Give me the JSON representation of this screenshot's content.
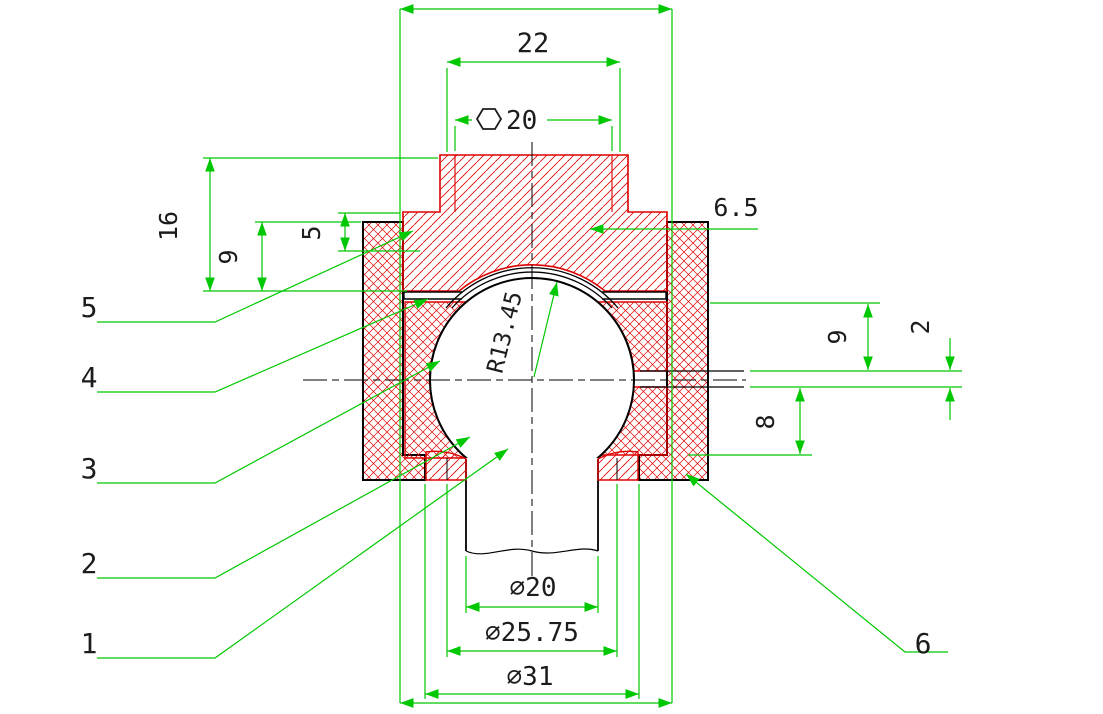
{
  "drawing": {
    "colors": {
      "dimension_green": "#00c800",
      "hatch_red": "#e00000",
      "outline_black": "#000000",
      "text_dark": "#1c1c1c",
      "background": "#ffffff"
    },
    "dimensions": {
      "width_22": "22",
      "hex_across_flats": "20",
      "height_16": "16",
      "height_9_left": "9",
      "height_5": "5",
      "depth_6_5": "6.5",
      "height_9_right": "9",
      "gap_2": "2",
      "height_8": "8",
      "ball_radius": "R13.45",
      "dia_shaft": "⌀20",
      "dia_seat_bore": "⌀25.75",
      "dia_seat_od": "⌀31"
    },
    "callouts": {
      "item_1": "1",
      "item_2": "2",
      "item_3": "3",
      "item_4": "4",
      "item_5": "5",
      "item_6": "6"
    }
  }
}
